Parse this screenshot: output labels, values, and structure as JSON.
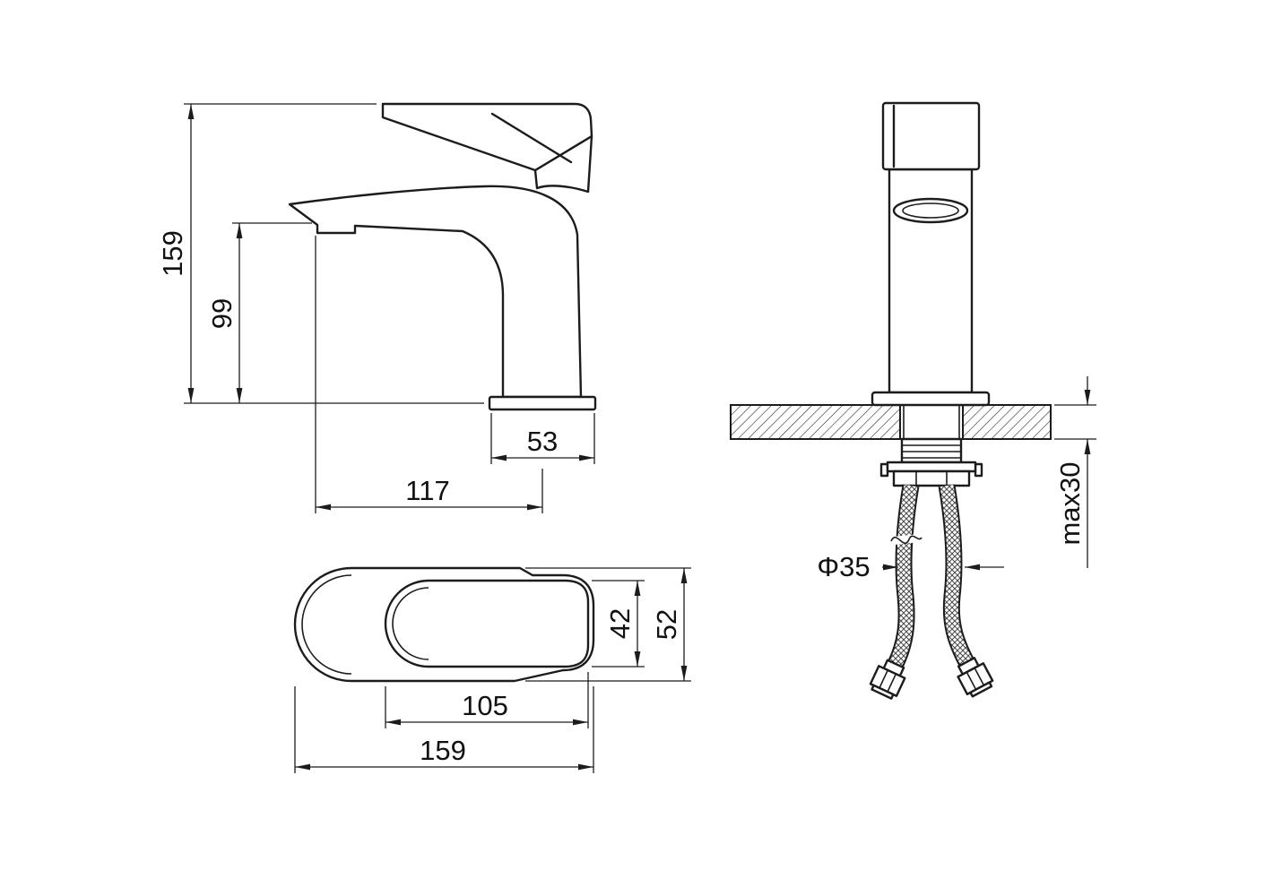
{
  "drawing": {
    "title": "basin-mixer-technical-drawing",
    "side_view": {
      "dims": {
        "total_height": "159",
        "spout_height": "99",
        "base_width": "53",
        "spout_reach": "117"
      }
    },
    "top_view": {
      "dims": {
        "handle_width": "42",
        "body_width": "52",
        "handle_length": "105",
        "total_length": "159"
      }
    },
    "front_view": {
      "dims": {
        "hole_diameter": "Φ35",
        "max_counter_thickness": "max30"
      }
    }
  },
  "colors": {
    "line": "#1c1c1c",
    "background": "#ffffff"
  }
}
